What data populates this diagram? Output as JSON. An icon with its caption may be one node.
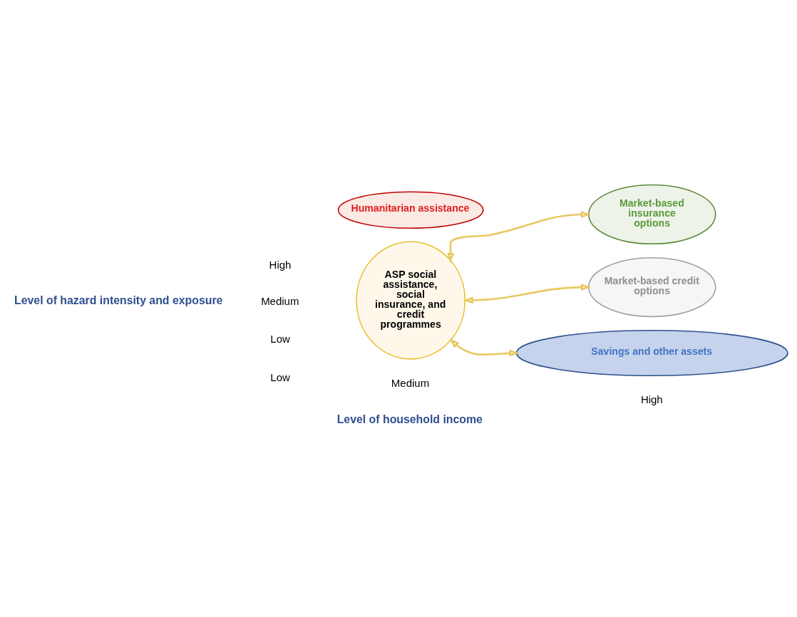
{
  "diagram": {
    "nodes": [
      {
        "text": [
          "Humanitarian assistance"
        ]
      },
      {
        "text": [
          "ASP social assistance, social insurance, and credit programmes"
        ]
      },
      {
        "text": [
          "Market-based insurance options"
        ]
      },
      {
        "text": [
          "Market-based credit options"
        ]
      },
      {
        "text": [
          "Savings and other assets"
        ]
      }
    ],
    "edges": [
      {
        "from": 1,
        "to": 2,
        "arrow": "both"
      },
      {
        "from": 1,
        "to": 3,
        "arrow": "both"
      },
      {
        "from": 1,
        "to": 4,
        "arrow": "both"
      }
    ],
    "labels": [
      "Level of hazard intensity and exposure",
      "High",
      "Medium",
      "Low",
      "Low",
      "Medium",
      "High",
      "Level of household income"
    ]
  }
}
